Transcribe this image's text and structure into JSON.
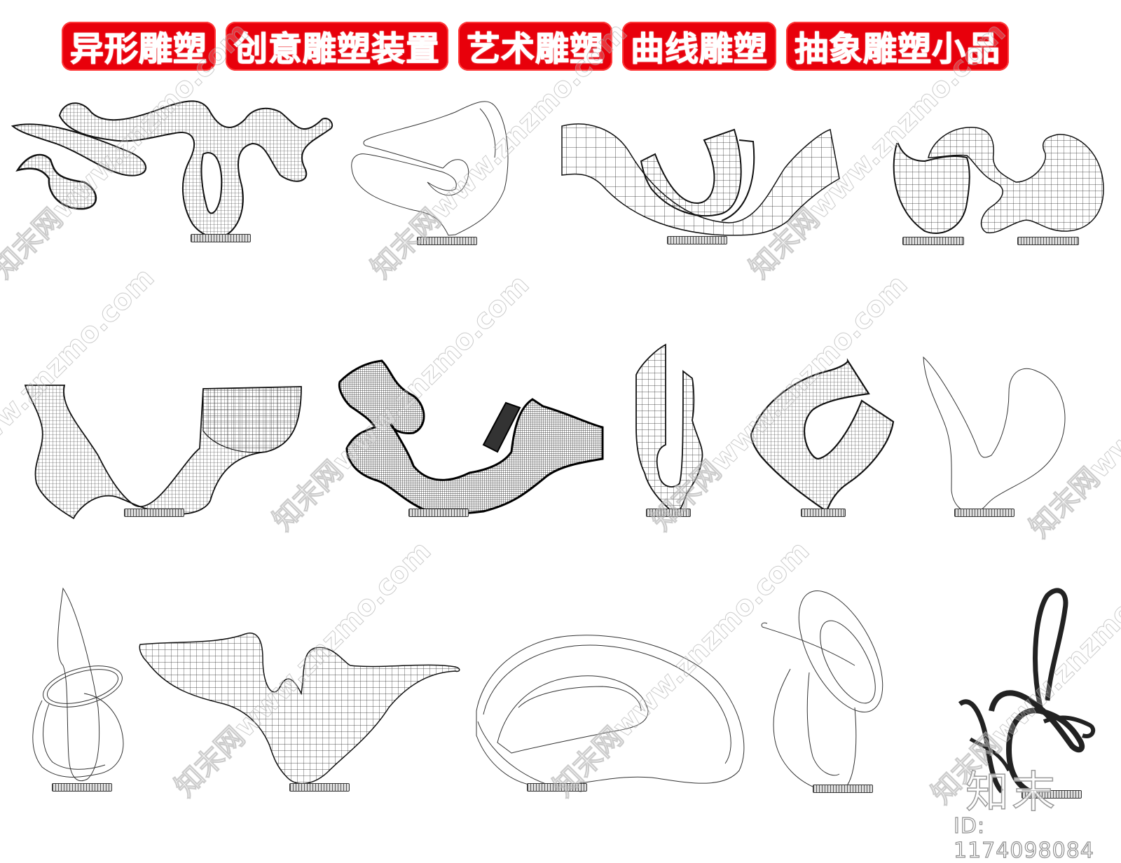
{
  "title_banner": {
    "segments": [
      "异形雕塑",
      "创意雕塑装置",
      "艺术雕塑",
      "曲线雕塑",
      "抽象雕塑小品"
    ],
    "background_color": "#e8000b",
    "text_color": "#ffffff"
  },
  "gallery": {
    "rows": [
      {
        "items": [
          {
            "name": "ribbon-wave-sculpture",
            "style": "wireframe"
          },
          {
            "name": "loop-outline-sculpture",
            "style": "outline"
          },
          {
            "name": "curved-band-sculpture",
            "style": "wireframe"
          },
          {
            "name": "twin-blob-sculpture",
            "style": "wireframe",
            "pedestals": 2
          }
        ]
      },
      {
        "items": [
          {
            "name": "twisted-ribbon-sculpture",
            "style": "wireframe"
          },
          {
            "name": "organic-mesh-sculpture",
            "style": "dense-mesh"
          },
          {
            "name": "split-u-sculpture",
            "style": "wireframe"
          },
          {
            "name": "open-loop-sculpture",
            "style": "wireframe"
          },
          {
            "name": "v-outline-sculpture",
            "style": "outline"
          }
        ]
      },
      {
        "items": [
          {
            "name": "flame-rings-sculpture",
            "style": "outline"
          },
          {
            "name": "wave-surface-sculpture",
            "style": "wireframe"
          },
          {
            "name": "ring-bowl-sculpture",
            "style": "outline"
          },
          {
            "name": "ring-leaf-sculpture",
            "style": "outline"
          },
          {
            "name": "coil-ribbon-sculpture",
            "style": "wireframe"
          }
        ]
      }
    ]
  },
  "watermarks": {
    "site_text": "知末网www.znzmo.com",
    "brand": "知末",
    "id_text": "ID: 1174098084"
  },
  "colors": {
    "line": "#1a1a1a",
    "mesh": "#333333",
    "watermark": "#c8c8c8"
  }
}
